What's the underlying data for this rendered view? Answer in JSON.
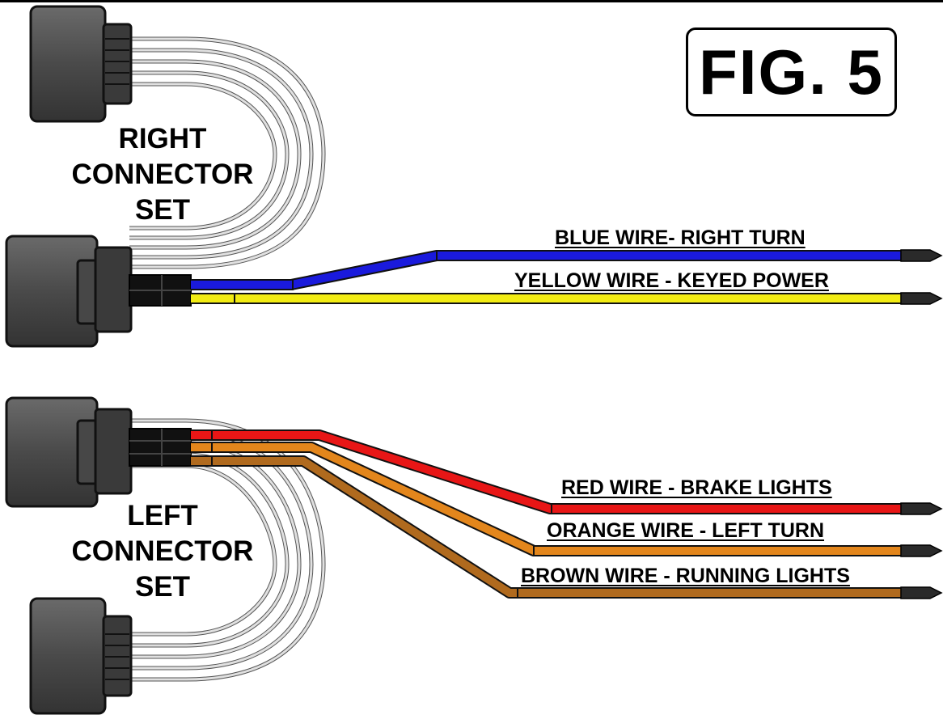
{
  "figure": {
    "label": "FIG. 5"
  },
  "right_set": {
    "lines": [
      "RIGHT",
      "CONNECTOR",
      "SET"
    ]
  },
  "left_set": {
    "lines": [
      "LEFT",
      "CONNECTOR",
      "SET"
    ]
  },
  "wires": [
    {
      "id": "blue",
      "label": "BLUE WIRE- RIGHT TURN",
      "color": "#1a1adc"
    },
    {
      "id": "yellow",
      "label": "YELLOW WIRE - KEYED POWER",
      "color": "#f2ec13"
    },
    {
      "id": "red",
      "label": "RED WIRE - BRAKE LIGHTS",
      "color": "#e81616"
    },
    {
      "id": "orange",
      "label": "ORANGE WIRE - LEFT TURN",
      "color": "#e3861c"
    },
    {
      "id": "brown",
      "label": "BROWN WIRE - RUNNING LIGHTS",
      "color": "#b06a1e"
    }
  ],
  "colors": {
    "connector": "#4a4a4a",
    "connector_dark": "#2c2c2c",
    "loom_wire": "#d9d9d9",
    "terminal": "#2a2a2a"
  }
}
